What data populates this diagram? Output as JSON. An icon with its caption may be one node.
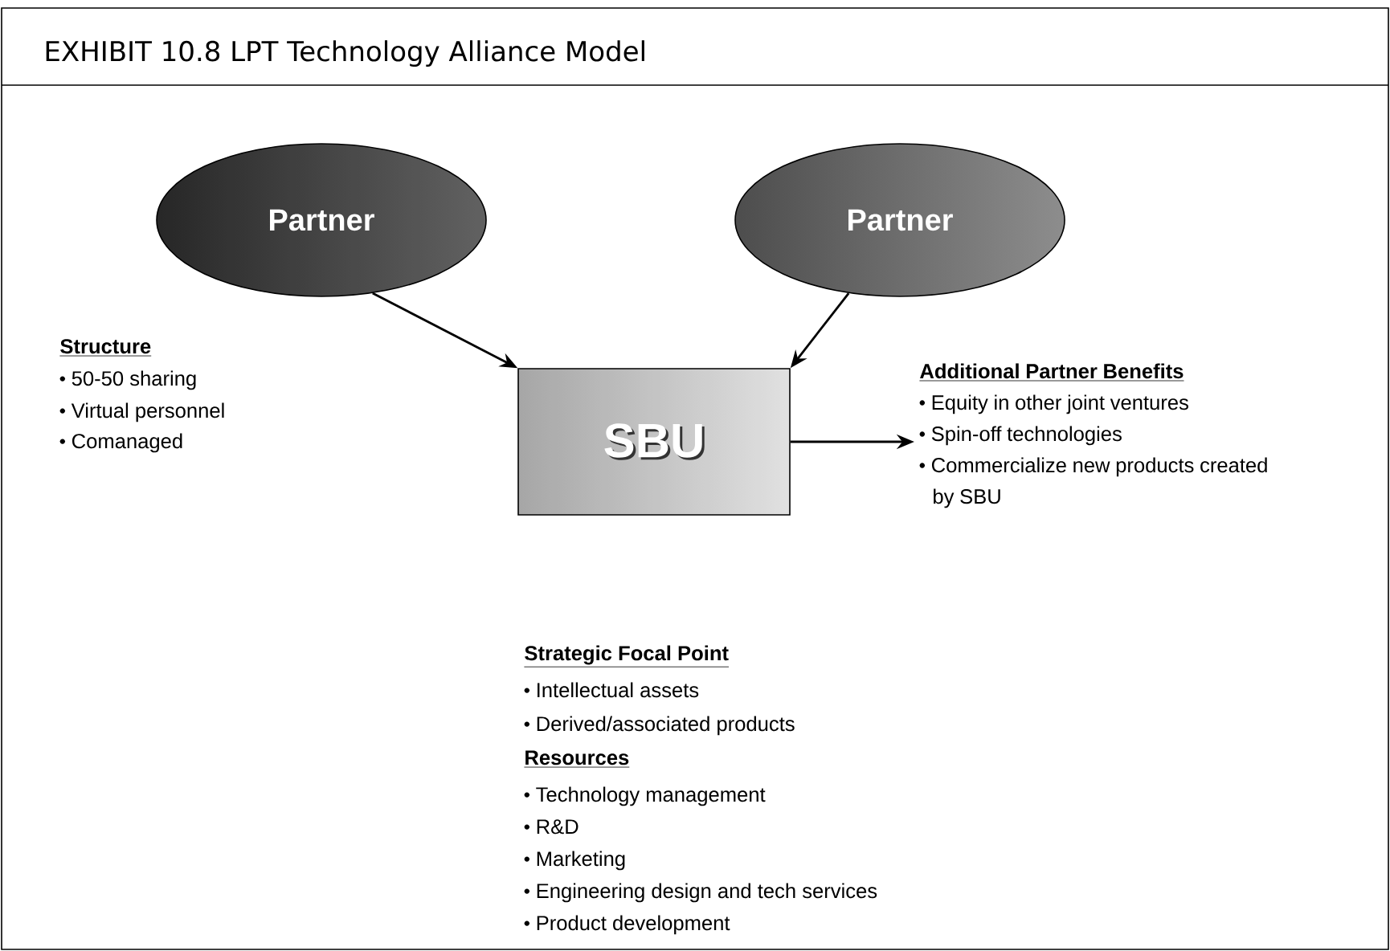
{
  "diagram": {
    "title": "EXHIBIT 10.8 LPT Technology Alliance Model",
    "nodes": [
      {
        "text": [
          "Partner"
        ]
      },
      {
        "text": [
          "Partner"
        ]
      },
      {
        "text": [
          "SBU"
        ]
      },
      {
        "text": [
          "Additional Partner Benefits",
          "Equity in other joint ventures",
          "Spin-off technologies",
          "Commercialize new products created by SBU"
        ]
      }
    ],
    "edges": [
      {
        "from": 0,
        "to": 2,
        "arrow": "to"
      },
      {
        "from": 1,
        "to": 2,
        "arrow": "to"
      },
      {
        "from": 2,
        "to": 3,
        "arrow": "to"
      }
    ],
    "labels": [
      "Structure",
      "50-50 sharing",
      "Virtual personnel",
      "Comanaged",
      "Strategic Focal Point",
      "Intellectual assets",
      "Derived/associated products",
      "Resources",
      "Technology management",
      "R&D",
      "Marketing",
      "Engineering design and tech services",
      "Product development"
    ]
  }
}
